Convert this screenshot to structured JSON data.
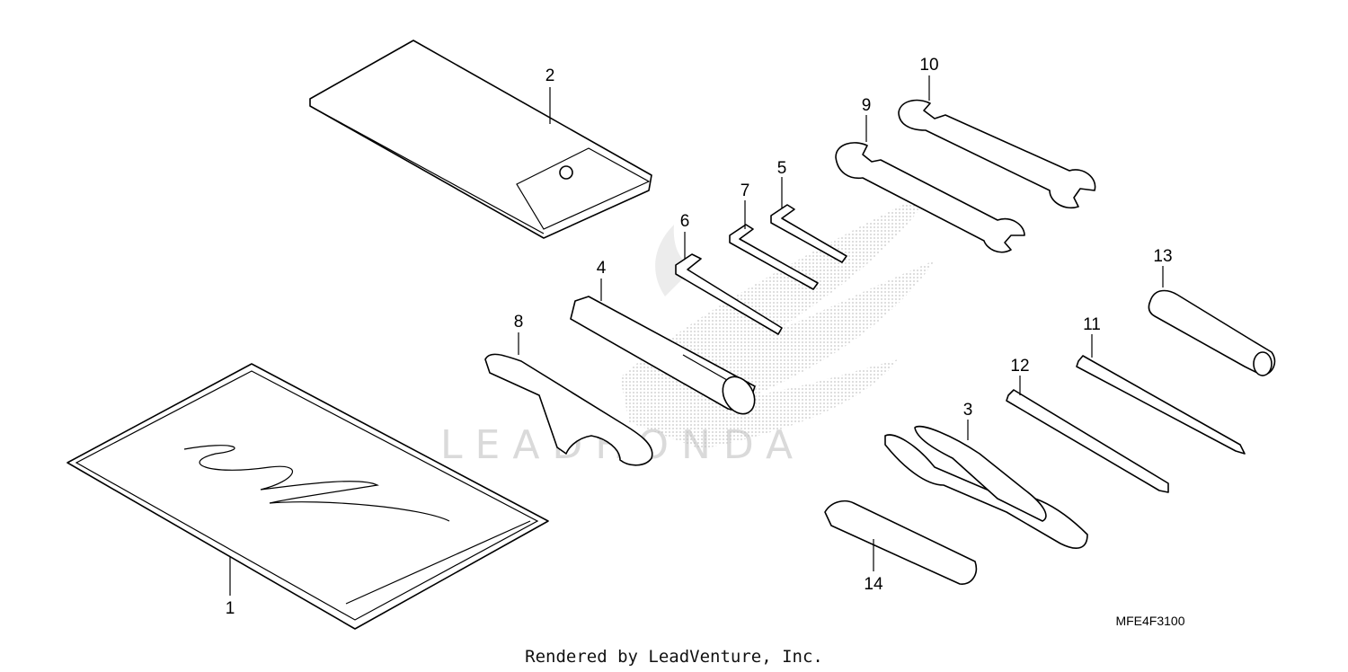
{
  "diagram": {
    "watermark": "LEADHONDA",
    "code": "MFE4F3100",
    "footer": "Rendered by LeadVenture, Inc.",
    "callouts": [
      "1",
      "2",
      "3",
      "4",
      "5",
      "6",
      "7",
      "8",
      "9",
      "10",
      "11",
      "12",
      "13",
      "14"
    ]
  }
}
